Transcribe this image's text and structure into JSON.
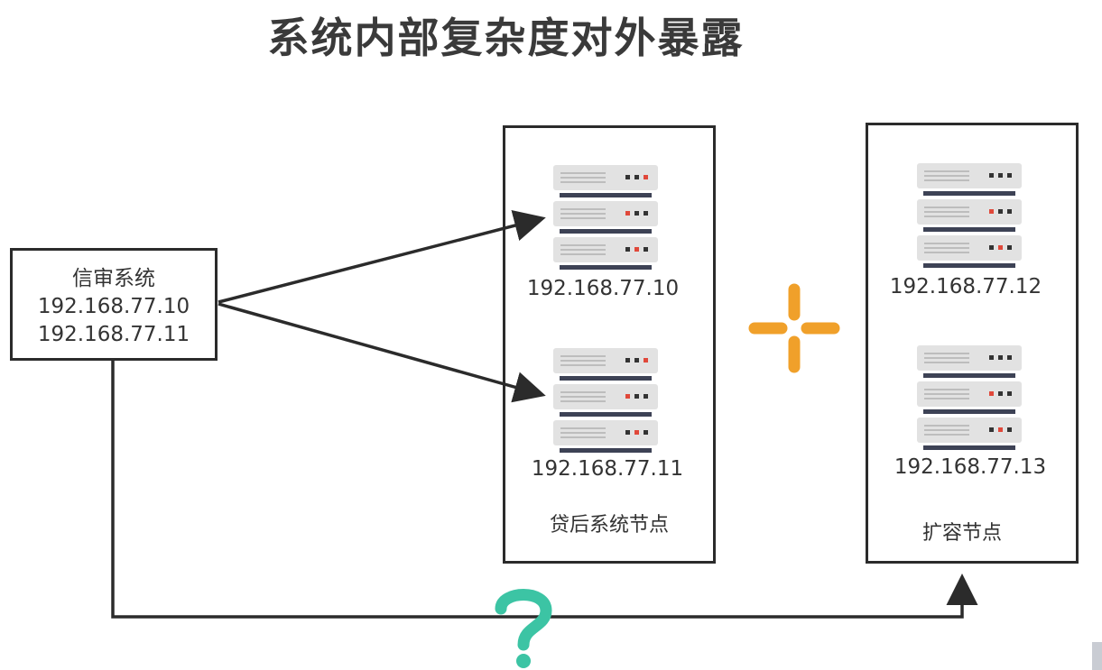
{
  "title": "系统内部复杂度对外暴露",
  "client": {
    "name": "信审系统",
    "ips": [
      "192.168.77.10",
      "192.168.77.11"
    ]
  },
  "cluster": {
    "label": "贷后系统节点",
    "servers": [
      "192.168.77.10",
      "192.168.77.11"
    ]
  },
  "expansion": {
    "label": "扩容节点",
    "servers": [
      "192.168.77.12",
      "192.168.77.13"
    ]
  },
  "symbols": {
    "plus": "plus-icon",
    "question": "?"
  },
  "colors": {
    "plus": "#f0a02a",
    "question": "#3cc4a4",
    "line": "#2b2b2b",
    "server_body": "#e2e2e2",
    "server_stripe": "#3d4255",
    "server_led_red": "#e0483a"
  }
}
